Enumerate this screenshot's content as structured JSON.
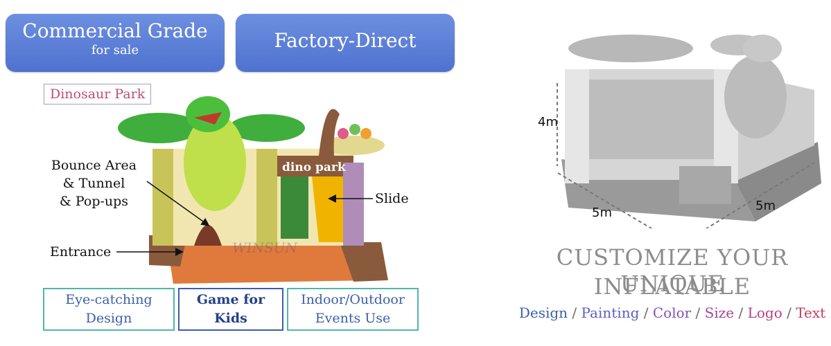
{
  "badges": [
    {
      "main": "Commercial Grade",
      "sub": "for sale"
    },
    {
      "main": "Factory-Direct",
      "sub": ""
    }
  ],
  "product_label": "Dinosaur Park",
  "sign_text": "dino park",
  "watermark": "WINSUN",
  "callouts": {
    "bounce": [
      "Bounce Area",
      "& Tunnel",
      "& Pop-ups"
    ],
    "slide": "Slide",
    "entrance": "Entrance"
  },
  "features": [
    {
      "line1": "Eye-catching",
      "line2": "Design"
    },
    {
      "line1": "Game for",
      "line2": "Kids"
    },
    {
      "line1": "Indoor/Outdoor",
      "line2": "Events Use"
    }
  ],
  "dimensions": {
    "height": "4m",
    "width": "5m",
    "depth": "5m"
  },
  "customize": {
    "line1": "CUSTOMIZE YOUR UNIQUE",
    "line2": "INFLATABLE"
  },
  "options": [
    {
      "text": "Design",
      "color": "#3b5fa8"
    },
    {
      "text": "Painting",
      "color": "#5a5fc0"
    },
    {
      "text": "Color",
      "color": "#8a4fb0"
    },
    {
      "text": "Size",
      "color": "#a0459a"
    },
    {
      "text": "Logo",
      "color": "#b83f7f"
    },
    {
      "text": "Text",
      "color": "#c63c63"
    }
  ],
  "separator": " / "
}
